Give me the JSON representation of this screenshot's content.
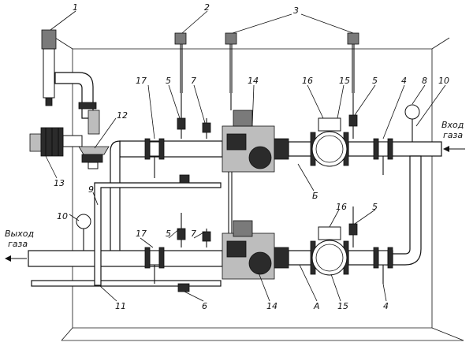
{
  "labels": {
    "entrance_gas": "Вход газа",
    "exit_gas": "Выход газа",
    "entrance_line1": "Вход",
    "entrance_line2": "газа",
    "exit_line1": "Выход",
    "exit_line2": "газа",
    "line_a": "А",
    "line_b": "Б"
  },
  "callouts": {
    "n1": "1",
    "n2": "2",
    "n3": "3",
    "n4a": "4",
    "n4b": "4",
    "n5a": "5",
    "n5b": "5",
    "n5c": "5",
    "n5d": "5",
    "n6": "6",
    "n7a": "7",
    "n7b": "7",
    "n8": "8",
    "n9": "9",
    "n10a": "10",
    "n10b": "10",
    "n11": "11",
    "n12": "12",
    "n13": "13",
    "n14a": "14",
    "n14b": "14",
    "n15a": "15",
    "n15b": "15",
    "n16a": "16",
    "n16b": "16",
    "n17a": "17",
    "n17b": "17"
  }
}
